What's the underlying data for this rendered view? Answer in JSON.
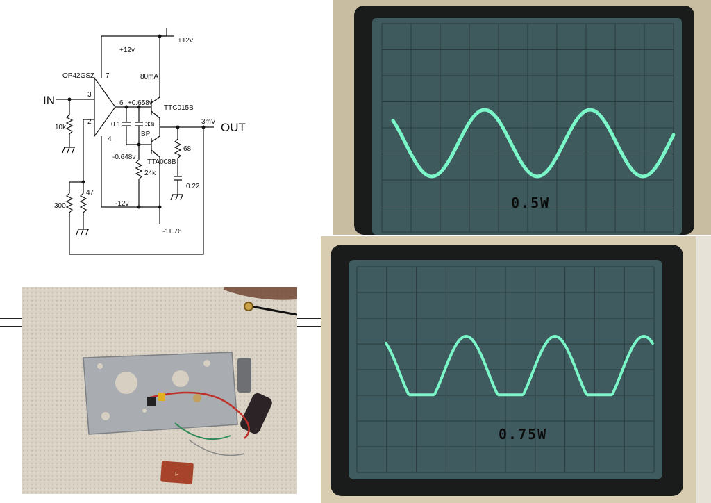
{
  "schematic": {
    "supply_pos_right": "+12v",
    "supply_pos_inner": "+12v",
    "opamp_part": "OP42GSZ",
    "pin_7": "7",
    "pin_3": "3",
    "pin_2": "2",
    "pin_6": "6",
    "pin_4": "4",
    "bias_current": "80mA",
    "input_label": "IN",
    "output_label": "OUT",
    "r_input": "10k",
    "cap_01": "0.1",
    "cap_33u": "33u",
    "cap_bp": "BP",
    "v_top": "+0.658v",
    "v_bottom": "-0.648v",
    "npn_part": "TTC015B",
    "pnp_part": "TTA008B",
    "r_bias": "24k",
    "offset": "3mV",
    "r_zobel": "68",
    "c_zobel": "0.22",
    "r_fb_300": "300",
    "r_fb_47": "47",
    "supply_neg_inner": "-12v",
    "supply_neg_measured": "-11.76"
  },
  "photo": {
    "capacitor_marking": "F"
  },
  "scope_top": {
    "label": "0.5W",
    "waveform": "sine"
  },
  "scope_bottom": {
    "label": "0.75W",
    "waveform": "clipped-sine"
  },
  "colors": {
    "trace": "#6ff0c0",
    "screen": "#3f5a5e",
    "bezel": "#151515",
    "housing": "#d6cbb0"
  }
}
